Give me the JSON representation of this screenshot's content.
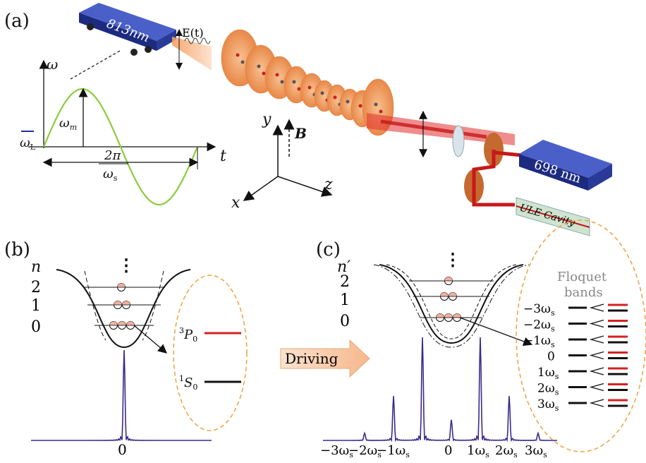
{
  "panels": {
    "a": {
      "label": "(a)",
      "laser_813": "813nm",
      "field_label": "E(t)",
      "omega_axis": "ω",
      "omega_L": "ω",
      "omega_L_sub": "L",
      "omega_m": "ω",
      "omega_m_sub": "m",
      "t_axis": "t",
      "period_num": "2π",
      "period_den": "ω",
      "period_den_sub": "s",
      "axis_y": "y",
      "axis_x": "x",
      "axis_z": "z",
      "B_field": "B",
      "laser_698": "698 nm",
      "cavity": "ULE Cavity"
    },
    "b": {
      "label": "(b)",
      "n_label": "n",
      "levels": [
        "2",
        "1",
        "0"
      ],
      "dots": "⋮",
      "state_upper": "P",
      "state_upper_pre": "3",
      "state_upper_sub": "0",
      "state_lower": "S",
      "state_lower_pre": "1",
      "state_lower_sub": "0",
      "spectrum_tick": "0"
    },
    "c": {
      "label": "(c)",
      "arrow_text": "Driving",
      "n_label": "n′",
      "levels": [
        "2",
        "1",
        "0"
      ],
      "floquet_title_1": "Floquet",
      "floquet_title_2": "bands",
      "floquet_labels": [
        "−3ω",
        "−2ω",
        "−1ω",
        "0",
        "1ω",
        "2ω",
        "3ω"
      ],
      "floquet_sub": "s",
      "spectrum_ticks": [
        "−3ω",
        "−2ω",
        "−1ω",
        "0",
        "1ω",
        "2ω",
        "3ω"
      ],
      "spectrum_sub": "s"
    }
  },
  "colors": {
    "sine": "#8ccc3c",
    "spectrum": "#3a2a8c",
    "upper_level": "#d62020",
    "dashed_ellipse": "#f0a040",
    "laser_box": "#2a3ea8",
    "red_beam": "#c81818",
    "lattice": "#f0a060"
  },
  "spectrum_b_peaks": [
    {
      "x": 0,
      "h": 1.0
    }
  ],
  "spectrum_c_peaks": [
    {
      "x": -3,
      "h": 0.07
    },
    {
      "x": -2,
      "h": 0.43
    },
    {
      "x": -1,
      "h": 1.0
    },
    {
      "x": 0,
      "h": 0.2
    },
    {
      "x": 1,
      "h": 1.0
    },
    {
      "x": 2,
      "h": 0.43
    },
    {
      "x": 3,
      "h": 0.07
    }
  ]
}
